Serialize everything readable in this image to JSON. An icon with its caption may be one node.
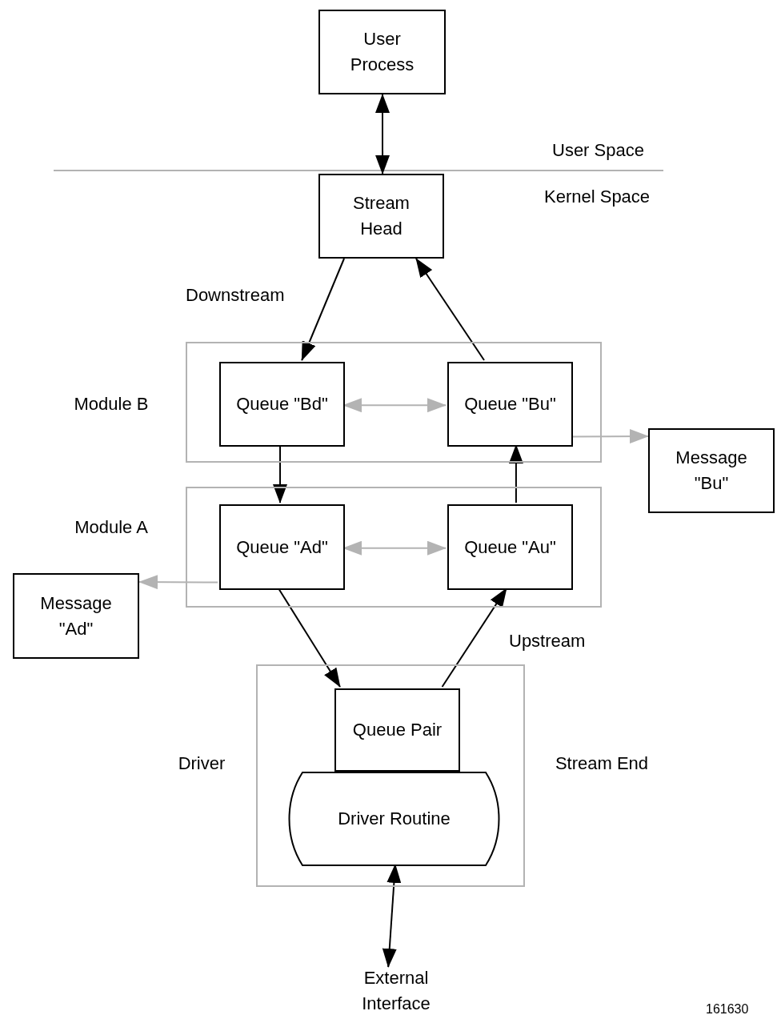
{
  "diagram": {
    "nodes": [
      {
        "text": [
          "User Process"
        ]
      },
      {
        "text": [
          "Stream Head"
        ]
      },
      {
        "text": [
          "Module B"
        ]
      },
      {
        "text": [
          "Queue \"Bd\""
        ],
        "in": 2
      },
      {
        "text": [
          "Queue \"Bu\""
        ],
        "in": 2
      },
      {
        "text": [
          "Message \"Bu\""
        ]
      },
      {
        "text": [
          "Module A"
        ]
      },
      {
        "text": [
          "Queue \"Ad\""
        ],
        "in": 6
      },
      {
        "text": [
          "Queue \"Au\""
        ],
        "in": 6
      },
      {
        "text": [
          "Message \"Ad\""
        ]
      },
      {
        "text": [
          "Driver",
          "Stream End"
        ]
      },
      {
        "text": [
          "Queue Pair"
        ],
        "in": 10
      },
      {
        "text": [
          "Driver Routine"
        ],
        "in": 10
      },
      {
        "text": [
          "External Interface"
        ]
      }
    ],
    "edges": [
      {
        "from": 0,
        "to": 1,
        "arrow": "both"
      },
      {
        "from": 1,
        "to": 3,
        "arrow": "to"
      },
      {
        "from": 4,
        "to": 1,
        "arrow": "to"
      },
      {
        "from": 3,
        "to": 4,
        "arrow": "both",
        "color": "#b3b3b3"
      },
      {
        "from": 3,
        "to": 7,
        "arrow": "to"
      },
      {
        "from": 8,
        "to": 4,
        "arrow": "to"
      },
      {
        "from": 7,
        "to": 8,
        "arrow": "both",
        "color": "#b3b3b3"
      },
      {
        "from": 4,
        "to": 5,
        "arrow": "to",
        "color": "#b3b3b3"
      },
      {
        "from": 7,
        "to": 9,
        "arrow": "to",
        "color": "#b3b3b3"
      },
      {
        "from": 7,
        "to": 11,
        "arrow": "to"
      },
      {
        "from": 11,
        "to": 8,
        "arrow": "to"
      },
      {
        "from": 12,
        "to": 13,
        "arrow": "both"
      }
    ],
    "labels": [
      "User Space",
      "Kernel Space",
      "Downstream",
      "Upstream",
      "161630"
    ]
  }
}
